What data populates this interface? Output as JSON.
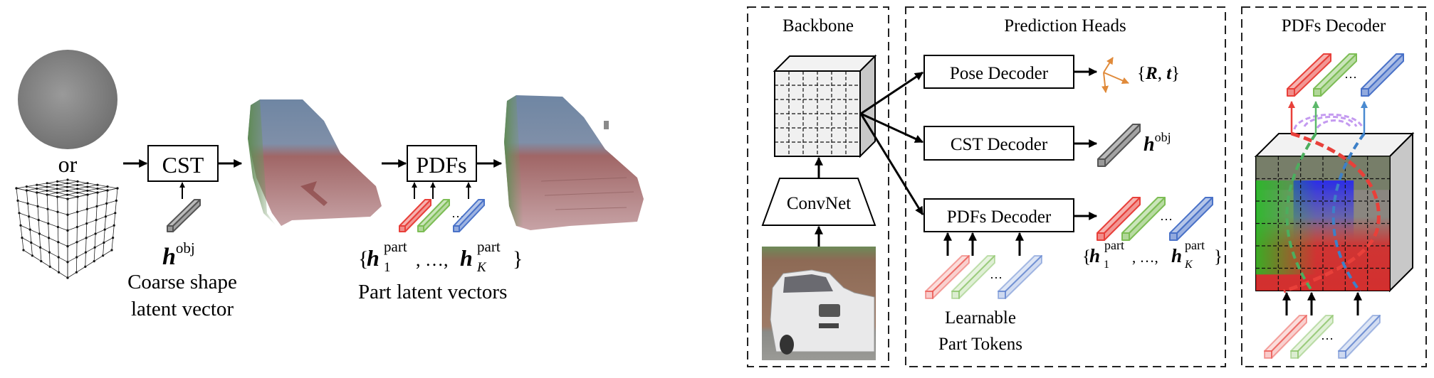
{
  "left": {
    "or_label": "or",
    "cst_label": "CST",
    "pdfs_label": "PDFs",
    "h_obj": {
      "base": "h",
      "sup": "obj"
    },
    "coarse_caption": [
      "Coarse shape",
      "latent vector"
    ],
    "part_set": {
      "open": "{",
      "h1": "h",
      "sub1": "1",
      "sup1": "part",
      "mid": ", …, ",
      "hK": "h",
      "subK": "K",
      "supK": "part",
      "close": "}"
    },
    "part_caption": "Part latent vectors",
    "ellipsis": "…"
  },
  "right": {
    "backbone": {
      "title": "Backbone",
      "convnet_label": "ConvNet"
    },
    "heads": {
      "title": "Prediction Heads",
      "pose_decoder": "Pose Decoder",
      "pose_output": {
        "open": "{",
        "R": "R",
        "comma": ", ",
        "t": "t",
        "close": "}"
      },
      "cst_decoder": "CST Decoder",
      "h_obj": {
        "base": "h",
        "sup": "obj"
      },
      "pdfs_decoder": "PDFs Decoder",
      "part_set": {
        "open": "{",
        "h1": "h",
        "sub1": "1",
        "sup1": "part",
        "mid": ", …, ",
        "hK": "h",
        "subK": "K",
        "supK": "part",
        "close": "}"
      },
      "tokens_caption": [
        "Learnable",
        "Part Tokens"
      ],
      "ellipsis": "…"
    },
    "pdfs_panel": {
      "title": "PDFs Decoder",
      "ellipsis": "…"
    }
  },
  "colors": {
    "red": "#e8403a",
    "green": "#7dbd55",
    "blue": "#4a72c8",
    "orange": "#e08a3a",
    "purple": "#c49af0",
    "gray": "#8a8a8a"
  }
}
